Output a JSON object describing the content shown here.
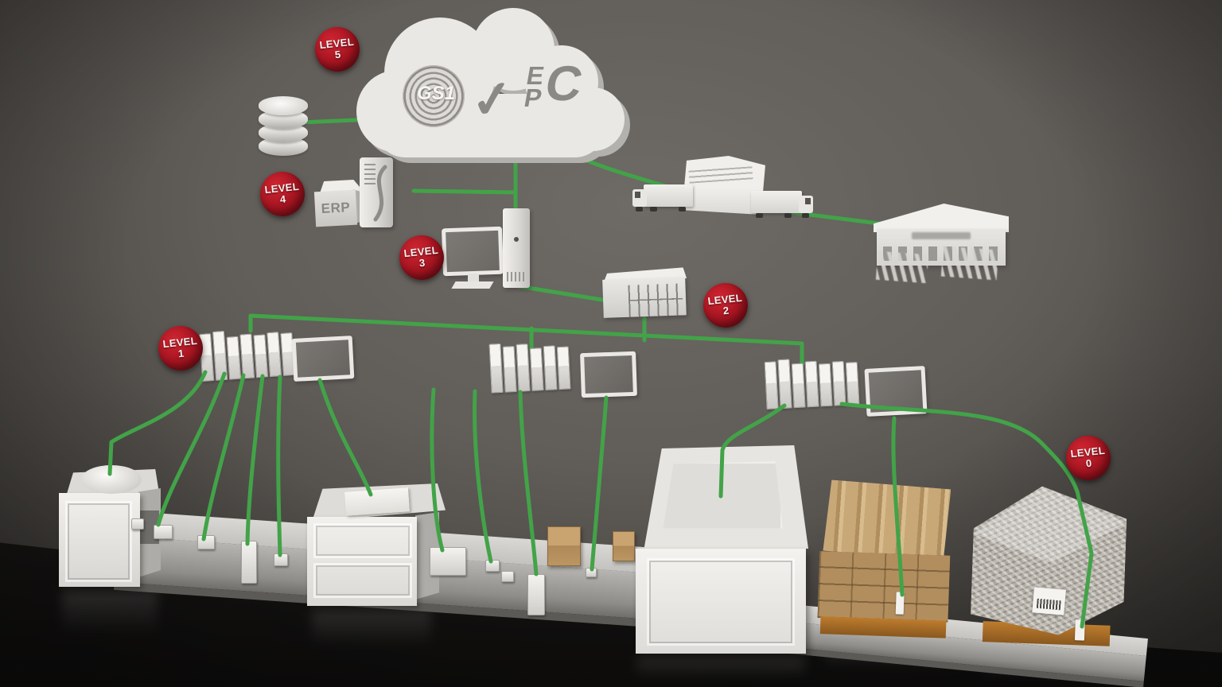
{
  "badges": [
    {
      "id": "level-5",
      "line1": "LEVEL",
      "line2": "5"
    },
    {
      "id": "level-4",
      "line1": "LEVEL",
      "line2": "4"
    },
    {
      "id": "level-3",
      "line1": "LEVEL",
      "line2": "3"
    },
    {
      "id": "level-2",
      "line1": "LEVEL",
      "line2": "2"
    },
    {
      "id": "level-1",
      "line1": "LEVEL",
      "line2": "1"
    },
    {
      "id": "level-0",
      "line1": "LEVEL",
      "line2": "0"
    }
  ],
  "cloud": {
    "gs1_label": "GS1",
    "check_glyph": "✓",
    "epc": {
      "e": "E",
      "p": "P",
      "c": "C"
    }
  },
  "erp_label": "ERP",
  "colors": {
    "accent_green": "#42a348",
    "badge_red": "#a31420",
    "object_white": "#e9e8e5",
    "background_gray": "#615d59",
    "carton_tan": "#b28e5e",
    "pallet_wood": "#bd7c2e"
  }
}
